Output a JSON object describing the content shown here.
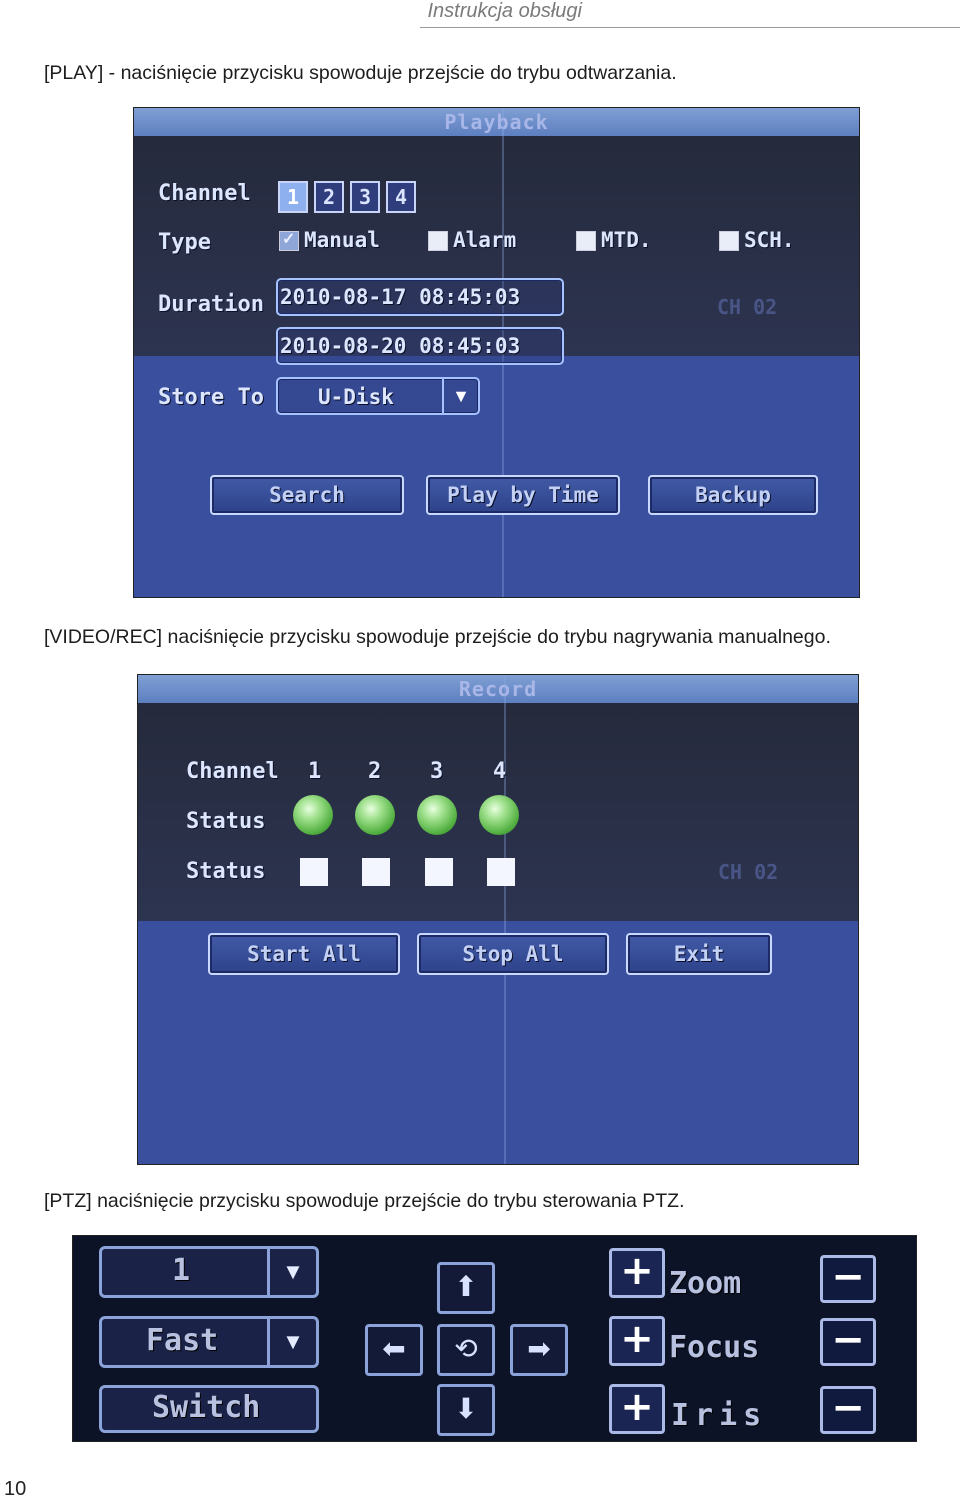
{
  "header": {
    "title": "Instrukcja obsługi"
  },
  "paragraphs": {
    "play": "[PLAY] - naciśnięcie przycisku spowoduje przejście do trybu odtwarzania.",
    "record": "[VIDEO/REC] naciśnięcie przycisku spowoduje przejście do trybu nagrywania manualnego.",
    "ptz": "[PTZ] naciśnięcie przycisku spowoduje przejście do trybu sterowania PTZ."
  },
  "page_number": "10",
  "playback": {
    "title": "Playback",
    "channel_label": "Channel",
    "channels": [
      "1",
      "2",
      "3",
      "4"
    ],
    "selected_channel": "1",
    "type_label": "Type",
    "types": [
      {
        "label": "Manual",
        "checked": true
      },
      {
        "label": "Alarm",
        "checked": false
      },
      {
        "label": "MTD.",
        "checked": false
      },
      {
        "label": "SCH.",
        "checked": false
      }
    ],
    "duration_label": "Duration",
    "duration_from": "2010-08-17 08:45:03",
    "duration_to": "2010-08-20 08:45:03",
    "channel_overlay": "CH 02",
    "store_label": "Store To",
    "store_value": "U-Disk",
    "buttons": {
      "search": "Search",
      "play_by_time": "Play by Time",
      "backup": "Backup"
    }
  },
  "record": {
    "title": "Record",
    "channel_label": "Channel",
    "channels": [
      "1",
      "2",
      "3",
      "4"
    ],
    "status_label": "Status",
    "status2_label": "Status",
    "channel_overlay": "CH 02",
    "buttons": {
      "start_all": "Start All",
      "stop_all": "Stop All",
      "exit": "Exit"
    }
  },
  "ptz": {
    "channel_value": "1",
    "speed_value": "Fast",
    "switch_label": "Switch",
    "zoom_label": "Zoom",
    "focus_label": "Focus",
    "iris_label": "Iris"
  },
  "colors": {
    "screen_blue": "#3a4f9d",
    "band_blue": "#7f9fd4",
    "led_green": "#6cc558"
  }
}
